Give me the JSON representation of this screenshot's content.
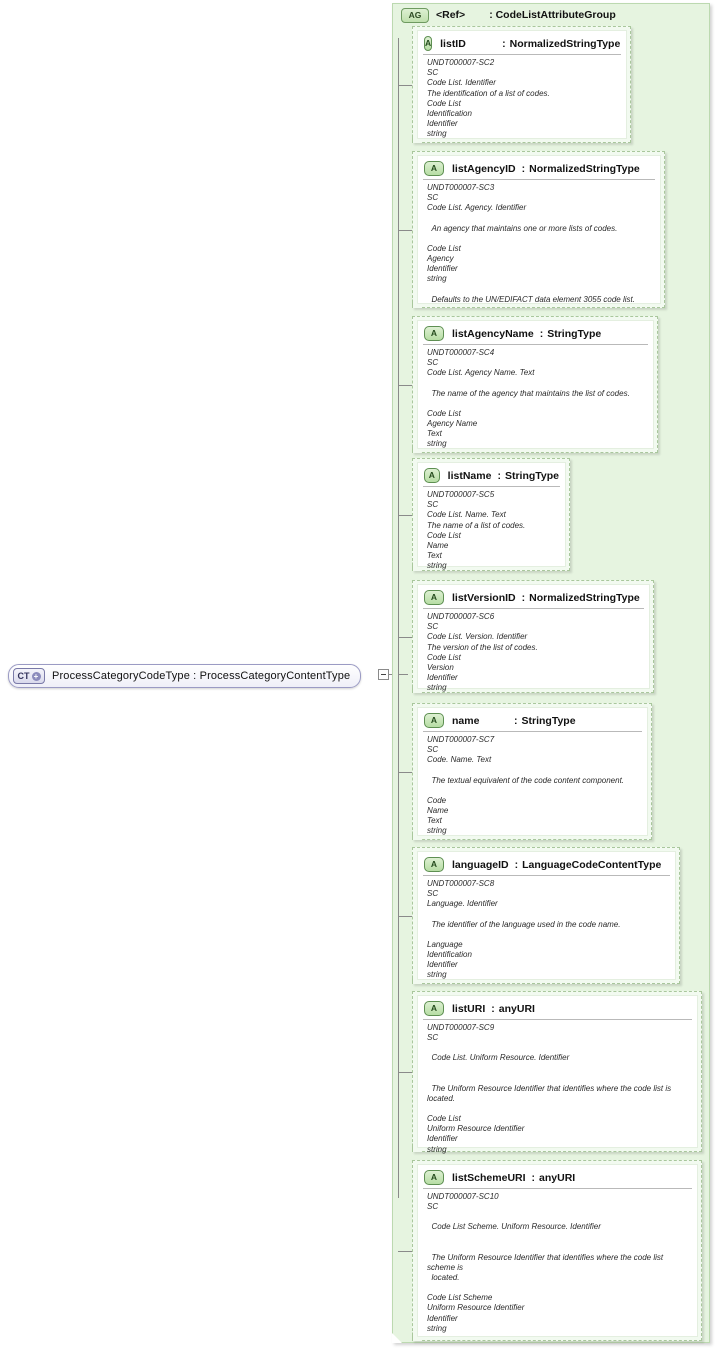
{
  "diagram": {
    "type": "xsd-schema-diagram",
    "root": {
      "badge": "CT",
      "badge_plus": "+",
      "label": "ProcessCategoryCodeType : ProcessCategoryContentType",
      "expander": "minus"
    },
    "group": {
      "badge": "AG",
      "ref_label": "<Ref>",
      "type_label": ": CodeListAttributeGroup"
    },
    "attributes": [
      {
        "badge": "A",
        "name": "listID",
        "separator": ":",
        "type": "NormalizedStringType",
        "lines": [
          "UNDT000007-SC2",
          "SC",
          "Code List. Identifier",
          "The identification of a list of codes.",
          "Code List",
          "Identification",
          "Identifier",
          "string"
        ]
      },
      {
        "badge": "A",
        "name": "listAgencyID",
        "separator": ":",
        "type": "NormalizedStringType",
        "lines": [
          "UNDT000007-SC3",
          "SC",
          "Code List. Agency. Identifier",
          "",
          "  An agency that maintains one or more lists of codes.",
          "",
          "Code List",
          "Agency",
          "Identifier",
          "string",
          "",
          "  Defaults to the UN/EDIFACT data element 3055 code list."
        ]
      },
      {
        "badge": "A",
        "name": "listAgencyName",
        "separator": ":",
        "type": "StringType",
        "lines": [
          "UNDT000007-SC4",
          "SC",
          "Code List. Agency Name. Text",
          "",
          "  The name of the agency that maintains the list of codes.",
          "",
          "Code List",
          "Agency Name",
          "Text",
          "string"
        ]
      },
      {
        "badge": "A",
        "name": "listName",
        "separator": ":",
        "type": "StringType",
        "lines": [
          "UNDT000007-SC5",
          "SC",
          "Code List. Name. Text",
          "The name of a list of codes.",
          "Code List",
          "Name",
          "Text",
          "string"
        ]
      },
      {
        "badge": "A",
        "name": "listVersionID",
        "separator": ":",
        "type": "NormalizedStringType",
        "lines": [
          "UNDT000007-SC6",
          "SC",
          "Code List. Version. Identifier",
          "The version of the list of codes.",
          "Code List",
          "Version",
          "Identifier",
          "string"
        ]
      },
      {
        "badge": "A",
        "name": "name",
        "separator": ":",
        "type": "StringType",
        "lines": [
          "UNDT000007-SC7",
          "SC",
          "Code. Name. Text",
          "",
          "  The textual equivalent of the code content component.",
          "",
          "Code",
          "Name",
          "Text",
          "string"
        ]
      },
      {
        "badge": "A",
        "name": "languageID",
        "separator": ":",
        "type": "LanguageCodeContentType",
        "lines": [
          "UNDT000007-SC8",
          "SC",
          "Language. Identifier",
          "",
          "  The identifier of the language used in the code name.",
          "",
          "Language",
          "Identification",
          "Identifier",
          "string"
        ]
      },
      {
        "badge": "A",
        "name": "listURI",
        "separator": ":",
        "type": "anyURI",
        "lines": [
          "UNDT000007-SC9",
          "SC",
          "",
          "  Code List. Uniform Resource. Identifier",
          "",
          "",
          "  The Uniform Resource Identifier that identifies where the code list is",
          "located.",
          "",
          "Code List",
          "Uniform Resource Identifier",
          "Identifier",
          "string"
        ]
      },
      {
        "badge": "A",
        "name": "listSchemeURI",
        "separator": ":",
        "type": "anyURI",
        "lines": [
          "UNDT000007-SC10",
          "SC",
          "",
          "  Code List Scheme. Uniform Resource. Identifier",
          "",
          "",
          "  The Uniform Resource Identifier that identifies where the code list",
          "scheme is",
          "  located.",
          "",
          "Code List Scheme",
          "Uniform Resource Identifier",
          "Identifier",
          "string"
        ]
      }
    ]
  }
}
